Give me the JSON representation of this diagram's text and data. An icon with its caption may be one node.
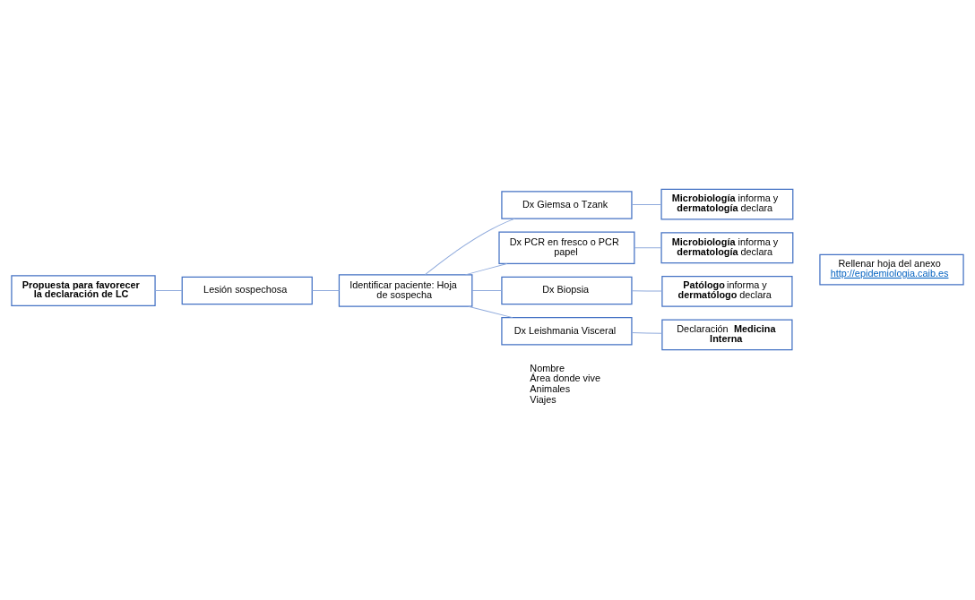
{
  "diagram": {
    "nodes": [
      {
        "text": [
          "**Propuesta para favorecer la declaración de LC**"
        ]
      },
      {
        "text": [
          "Lesión sospechosa"
        ]
      },
      {
        "text": [
          "Identificar paciente: Hoja de sospecha"
        ]
      },
      {
        "text": [
          "Dx Giemsa o Tzank"
        ]
      },
      {
        "text": [
          "**Microbiología** informa y **dermatología** declara"
        ]
      },
      {
        "text": [
          "Dx PCR en fresco o PCR papel"
        ]
      },
      {
        "text": [
          "**Microbiología** informa y **dermatología** declara"
        ]
      },
      {
        "text": [
          "Dx Biopsia"
        ]
      },
      {
        "text": [
          "**Patólogo** informa y **dermatólogo** declara"
        ]
      },
      {
        "text": [
          "Dx Leishmania Visceral"
        ]
      },
      {
        "text": [
          "Declaración **Medicina Interna**"
        ]
      },
      {
        "text": [
          "Rellenar hoja del anexo",
          "http://epidemiologia.caib.es"
        ]
      }
    ],
    "edges": [
      {
        "from": 0,
        "to": 1,
        "arrow": "none"
      },
      {
        "from": 1,
        "to": 2,
        "arrow": "none"
      },
      {
        "from": 2,
        "to": 3,
        "arrow": "none"
      },
      {
        "from": 2,
        "to": 5,
        "arrow": "none"
      },
      {
        "from": 2,
        "to": 7,
        "arrow": "none"
      },
      {
        "from": 2,
        "to": 9,
        "arrow": "none"
      },
      {
        "from": 3,
        "to": 4,
        "arrow": "none"
      },
      {
        "from": 5,
        "to": 6,
        "arrow": "none"
      },
      {
        "from": 7,
        "to": 8,
        "arrow": "none"
      },
      {
        "from": 9,
        "to": 10,
        "arrow": "none"
      }
    ],
    "labels": [
      "Nombre",
      "Área donde vive",
      "Animales",
      "Viajes"
    ]
  }
}
